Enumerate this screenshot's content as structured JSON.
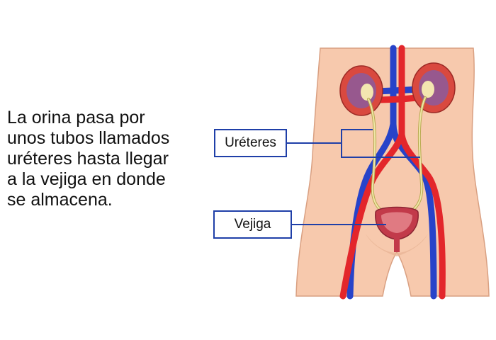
{
  "caption": {
    "lines": [
      "La orina pasa por",
      "unos tubos llamados",
      "uréteres hasta llegar",
      "a la vejiga en donde",
      "se almacena."
    ]
  },
  "labels": {
    "ureteres": "Uréteres",
    "vejiga": "Vejiga"
  },
  "colors": {
    "skin": "#f7c9ad",
    "skin_outline": "#d9a082",
    "artery": "#e3262b",
    "vein": "#2743c9",
    "ureter": "#e8dc8a",
    "kidney": "#d9493f",
    "bladder": "#c23a4a",
    "label_border": "#1f3fa8"
  }
}
